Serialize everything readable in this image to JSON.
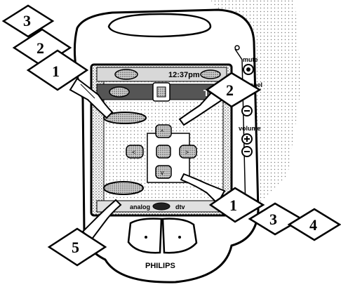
{
  "device": {
    "brand": "PHILIPS",
    "clock": "12:37pm",
    "mode_label": "TV",
    "side_labels": {
      "mute": "mute",
      "channel": "channel",
      "volume": "volume"
    },
    "bottom_labels": {
      "left": "analog",
      "right": "dtv"
    }
  },
  "callouts": {
    "top_left": [
      "3",
      "2",
      "1"
    ],
    "right_upper": "2",
    "right_lower": [
      "1",
      "3",
      "4"
    ],
    "bottom_left": "5"
  },
  "icons": [
    "up-arrow-icon",
    "left-arrow-icon",
    "ok-icon",
    "right-arrow-icon",
    "down-arrow-icon",
    "pointing-hand-icon"
  ]
}
